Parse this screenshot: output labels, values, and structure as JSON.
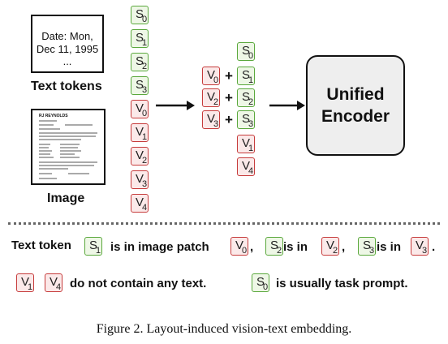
{
  "text_doc": {
    "lines": [
      "Date: Mon,",
      "Dec 11, 1995",
      "..."
    ]
  },
  "labels": {
    "text_tokens": "Text tokens",
    "image": "Image"
  },
  "scan_doc": {
    "header": "RJ REYNOLDS"
  },
  "column_tokens": [
    {
      "kind": "s",
      "letter": "S",
      "sub": "0"
    },
    {
      "kind": "s",
      "letter": "S",
      "sub": "1"
    },
    {
      "kind": "s",
      "letter": "S",
      "sub": "2"
    },
    {
      "kind": "s",
      "letter": "S",
      "sub": "3"
    },
    {
      "kind": "v",
      "letter": "V",
      "sub": "0"
    },
    {
      "kind": "v",
      "letter": "V",
      "sub": "1"
    },
    {
      "kind": "v",
      "letter": "V",
      "sub": "2"
    },
    {
      "kind": "v",
      "letter": "V",
      "sub": "3"
    },
    {
      "kind": "v",
      "letter": "V",
      "sub": "4"
    }
  ],
  "merge": {
    "left": [
      {
        "kind": "v",
        "letter": "V",
        "sub": "0"
      },
      {
        "kind": "v",
        "letter": "V",
        "sub": "2"
      },
      {
        "kind": "v",
        "letter": "V",
        "sub": "3"
      }
    ],
    "plus": "+",
    "right": [
      {
        "kind": "s",
        "letter": "S",
        "sub": "0"
      },
      {
        "kind": "s",
        "letter": "S",
        "sub": "1"
      },
      {
        "kind": "s",
        "letter": "S",
        "sub": "2"
      },
      {
        "kind": "s",
        "letter": "S",
        "sub": "3"
      },
      {
        "kind": "v",
        "letter": "V",
        "sub": "1"
      },
      {
        "kind": "v",
        "letter": "V",
        "sub": "4"
      }
    ]
  },
  "encoder": {
    "line1": "Unified",
    "line2": "Encoder"
  },
  "legend": {
    "row1": {
      "prefix": "Text token",
      "t1": {
        "kind": "s",
        "letter": "S",
        "sub": "1"
      },
      "mid1": "is in image patch",
      "t2": {
        "kind": "v",
        "letter": "V",
        "sub": "0"
      },
      "comma": ",",
      "t3": {
        "kind": "s",
        "letter": "S",
        "sub": "2"
      },
      "mid2": "is in",
      "t4": {
        "kind": "v",
        "letter": "V",
        "sub": "2"
      },
      "t5": {
        "kind": "s",
        "letter": "S",
        "sub": "3"
      },
      "mid3": "is in",
      "t6": {
        "kind": "v",
        "letter": "V",
        "sub": "3"
      },
      "period": "."
    },
    "row2": {
      "t1": {
        "kind": "v",
        "letter": "V",
        "sub": "1"
      },
      "t2": {
        "kind": "v",
        "letter": "V",
        "sub": "4"
      },
      "text1": "do not contain any text.",
      "t3": {
        "kind": "s",
        "letter": "S",
        "sub": "0"
      },
      "text2": "is usually task prompt."
    }
  },
  "caption": "Figure 2. Layout-induced vision-text embedding.",
  "colors": {
    "s_border": "#5aa83c",
    "v_border": "#c63b3b",
    "encoder_fill": "#eeeeee"
  }
}
